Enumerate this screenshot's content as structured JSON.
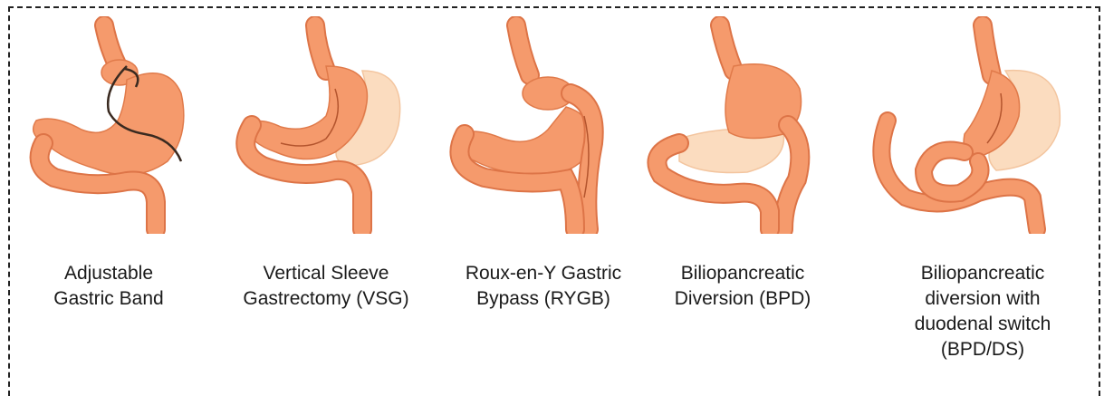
{
  "procedures": [
    {
      "id": "agb",
      "lines": [
        "Adjustable",
        "Gastric Band"
      ]
    },
    {
      "id": "vsg",
      "lines": [
        "Vertical Sleeve",
        "Gastrectomy (VSG)"
      ]
    },
    {
      "id": "rygb",
      "lines": [
        "Roux-en-Y Gastric",
        "Bypass (RYGB)"
      ]
    },
    {
      "id": "bpd",
      "lines": [
        "Biliopancreatic",
        "Diversion (BPD)"
      ]
    },
    {
      "id": "bpdds",
      "lines": [
        "Biliopancreatic",
        "diversion with",
        "duodenal switch",
        "(BPD/DS)"
      ]
    }
  ],
  "colors": {
    "stomach": "#f59a6c",
    "stomach_outline": "#e07a4a",
    "removed_tissue": "#fbdcbf",
    "band": "#3a2a20",
    "frame": "#222222"
  }
}
